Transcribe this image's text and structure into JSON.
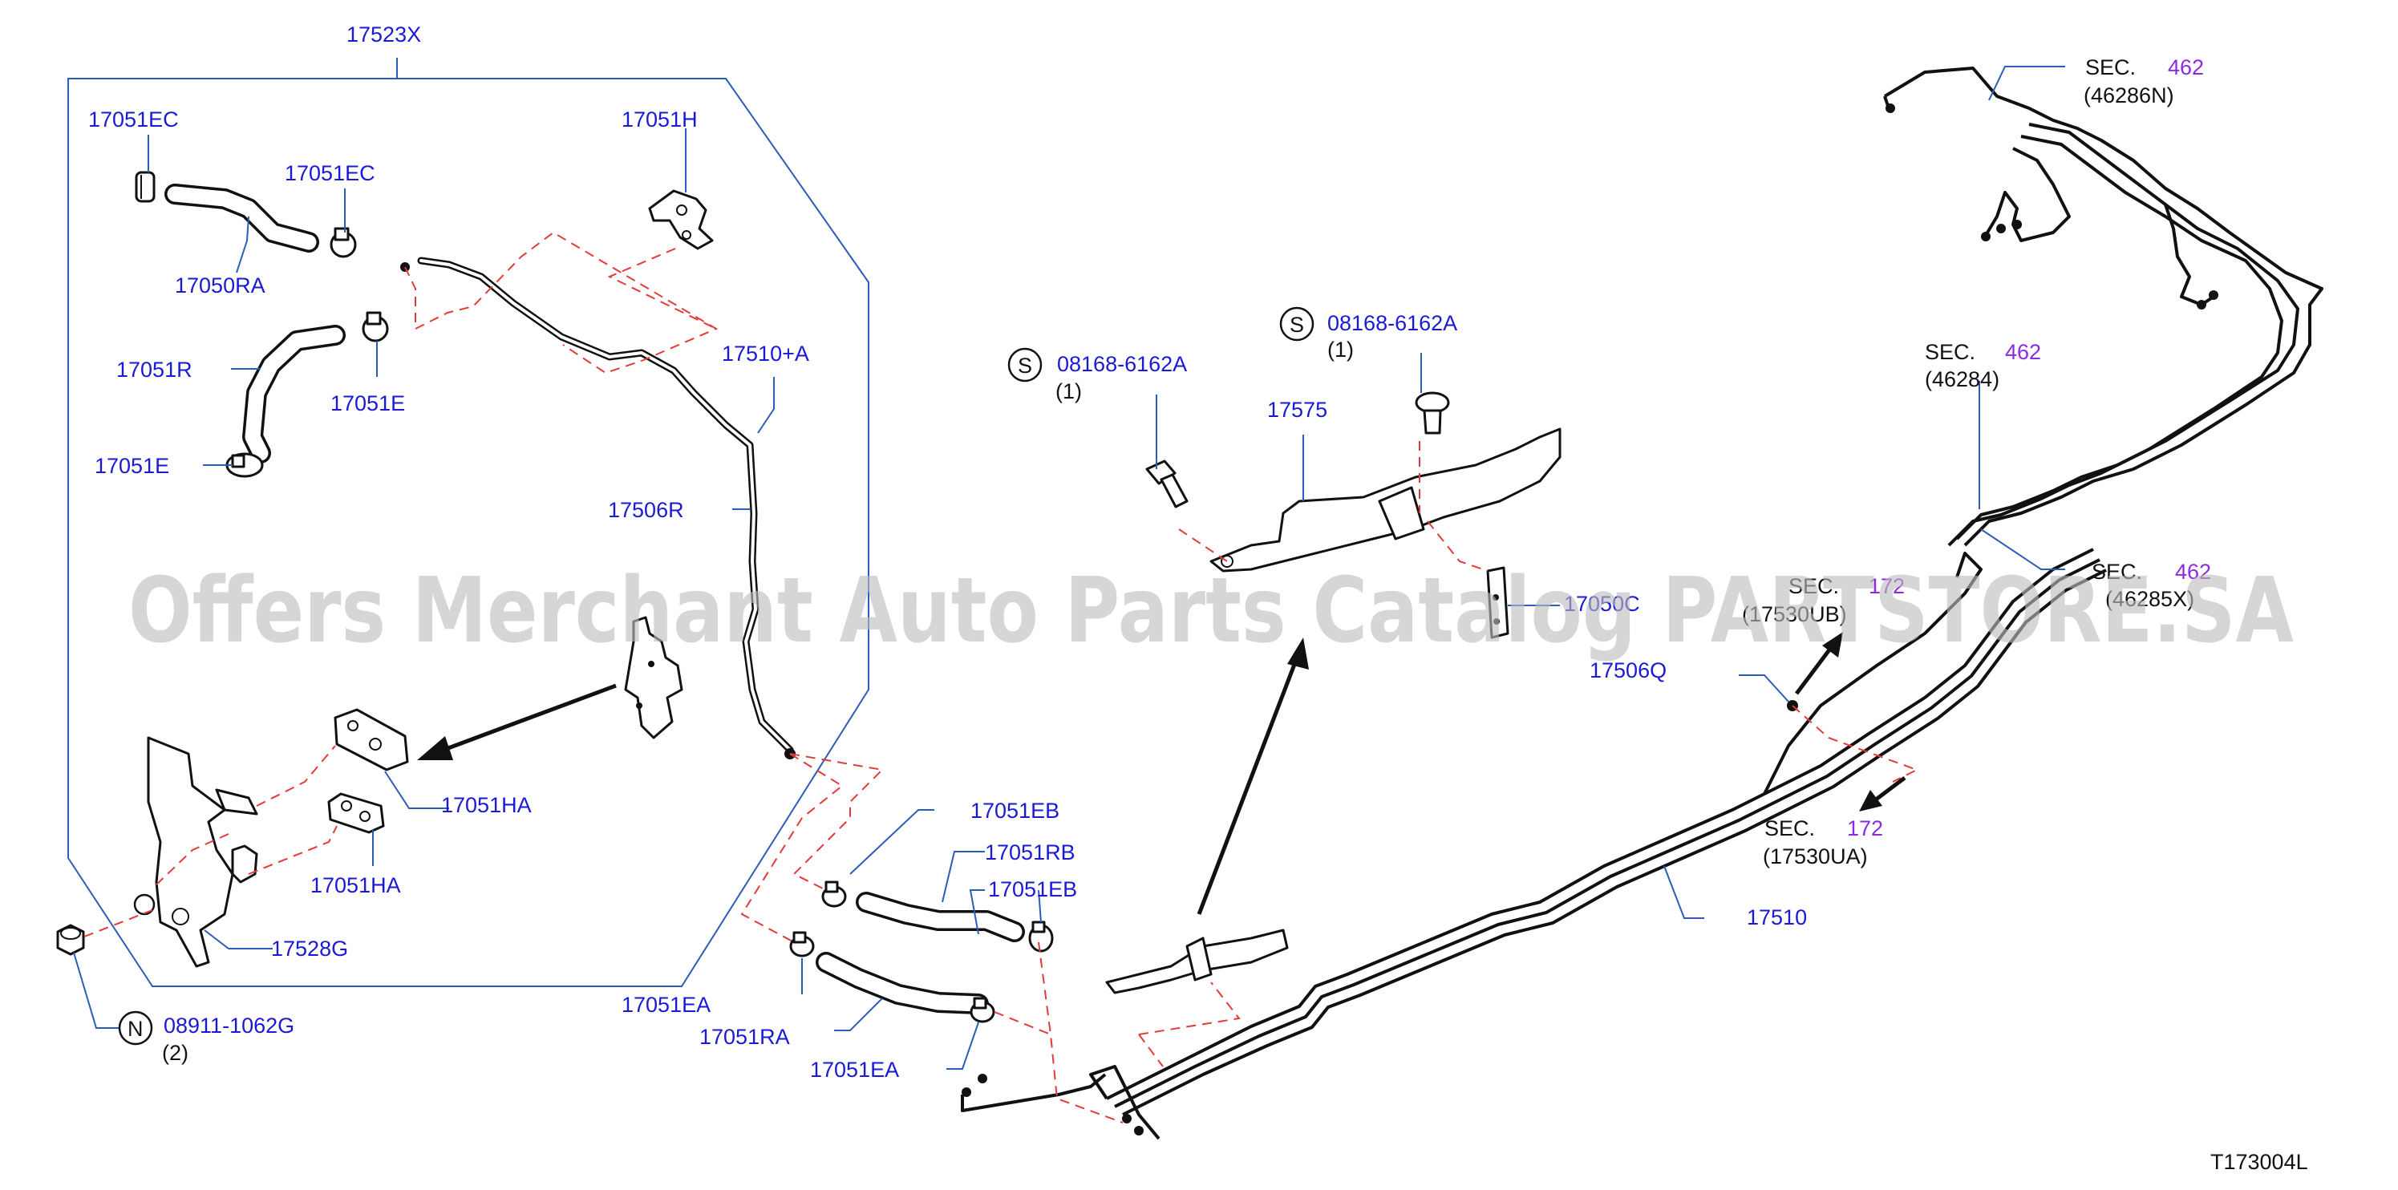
{
  "diagram_code": "T173004L",
  "watermark": "Offers Merchant Auto Parts Catalog PARTSTORE.SA",
  "badge_letters": {
    "s1": "S",
    "s2": "S",
    "n1": "N"
  },
  "labels": {
    "p17523X": "17523X",
    "p17051EC_a": "17051EC",
    "p17051EC_b": "17051EC",
    "p17051H": "17051H",
    "p17050RA": "17050RA",
    "p17510A": "17510+A",
    "p17051R": "17051R",
    "p17051E_a": "17051E",
    "p17051E_b": "17051E",
    "p17506R": "17506R",
    "p17051HA_a": "17051HA",
    "p17051HA_b": "17051HA",
    "p17528G": "17528G",
    "p08911": "08911-1062G",
    "q08911": "(2)",
    "p08168_a": "08168-6162A",
    "q08168_a": "(1)",
    "p08168_b": "08168-6162A",
    "q08168_b": "(1)",
    "p17575": "17575",
    "p17050C": "17050C",
    "p17506Q": "17506Q",
    "p17051EB_a": "17051EB",
    "p17051RB": "17051RB",
    "p17051EB_b": "17051EB",
    "p17051EA_a": "17051EA",
    "p17051RA": "17051RA",
    "p17051EA_b": "17051EA",
    "p17510": "17510"
  },
  "sections": [
    {
      "prefix": "SEC.",
      "num": "462",
      "ref": "(46286N)"
    },
    {
      "prefix": "SEC.",
      "num": "462",
      "ref": "(46284)"
    },
    {
      "prefix": "SEC.",
      "num": "462",
      "ref": "(46285X)"
    },
    {
      "prefix": "SEC.",
      "num": "172",
      "ref": "(17530UB)"
    },
    {
      "prefix": "SEC.",
      "num": "172",
      "ref": "(17530UA)"
    }
  ],
  "colors": {
    "part_number": "#1a1ad6",
    "section_number": "#8a2be2",
    "leader_line": "#2b5db8",
    "phantom_line": "#e43a3a"
  }
}
